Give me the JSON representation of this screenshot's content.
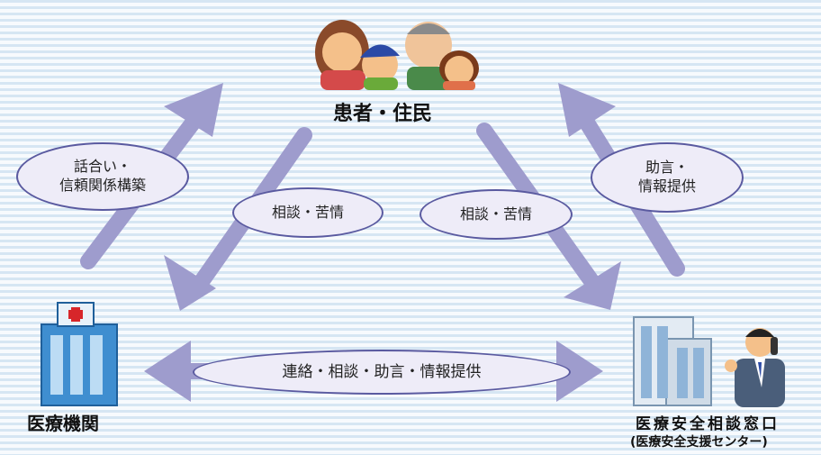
{
  "nodes": {
    "patients": "患者・住民",
    "medical_institution": "医療機関",
    "center_line1": "医療安全相談窓口",
    "center_line2": "(医療安全支援センター)"
  },
  "edges": {
    "patient_to_institution_1": "話合い・",
    "patient_to_institution_2": "信頼関係構築",
    "patient_consult_left": "相談・苦情",
    "patient_consult_right": "相談・苦情",
    "center_to_patient_1": "助言・",
    "center_to_patient_2": "情報提供",
    "institution_center": "連絡・相談・助言・情報提供"
  },
  "colors": {
    "arrow": "#9e9ccd",
    "bubble_border": "#5a5aa0",
    "bubble_fill": "#eeecf8"
  }
}
